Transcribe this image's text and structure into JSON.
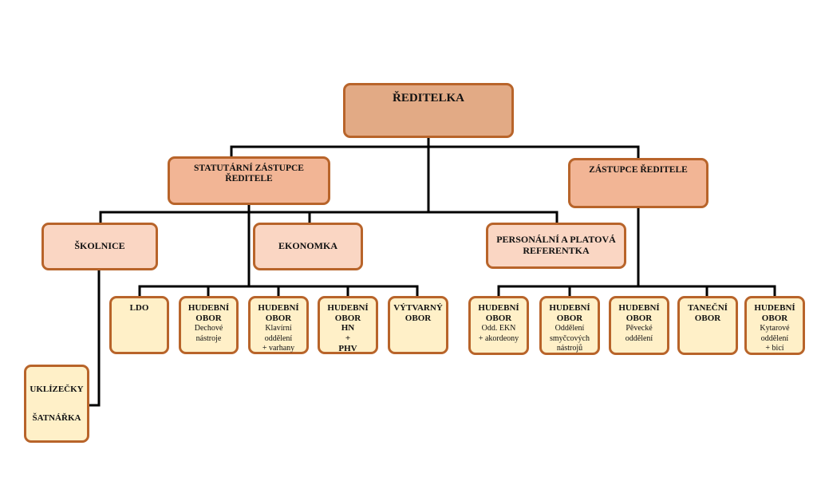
{
  "director": "ŘEDITELKA",
  "deputies": {
    "statutory": "STATUTÁRNÍ ZÁSTUPCE ŘEDITELE",
    "deputy": "ZÁSTUPCE ŘEDITELE"
  },
  "staff": {
    "skolnice": "ŠKOLNICE",
    "ekonomka": "EKONOMKA",
    "personal": [
      "PERSONÁLNÍ A PLATOVÁ",
      "REFERENTKA"
    ],
    "uklizecky": "UKLÍZEČKY",
    "satnarka": "ŠATNÁŘKA"
  },
  "left_departments": [
    {
      "title": [
        "LDO"
      ],
      "sub": []
    },
    {
      "title": [
        "HUDEBNÍ",
        "OBOR"
      ],
      "sub": [
        "Dechové",
        "nástroje"
      ]
    },
    {
      "title": [
        "HUDEBNÍ",
        "OBOR"
      ],
      "sub": [
        "Klavírní",
        "oddělení",
        "+ varhany"
      ]
    },
    {
      "title": [
        "HUDEBNÍ",
        "OBOR",
        "HN",
        "+",
        "PHV"
      ],
      "sub": []
    },
    {
      "title": [
        "VÝTVARNÝ",
        "OBOR"
      ],
      "sub": []
    }
  ],
  "right_departments": [
    {
      "title": [
        "HUDEBNÍ",
        "OBOR"
      ],
      "sub": [
        "Odd. EKN",
        "+ akordeony"
      ]
    },
    {
      "title": [
        "HUDEBNÍ",
        "OBOR"
      ],
      "sub": [
        "Oddělení",
        "smyčcových",
        "nástrojů"
      ]
    },
    {
      "title": [
        "HUDEBNÍ",
        "OBOR"
      ],
      "sub": [
        "Pěvecké",
        "oddělení"
      ]
    },
    {
      "title": [
        "TANEČNÍ",
        "OBOR"
      ],
      "sub": []
    },
    {
      "title": [
        "HUDEBNÍ",
        "OBOR"
      ],
      "sub": [
        "Kytarové",
        "oddělení",
        "+ bicí"
      ]
    }
  ],
  "colors": {
    "border": "#b8642a",
    "line": "#000000",
    "director_fill": "#e2aa85",
    "deputy_fill": "#f2b595",
    "staff_fill": "#fad6c3",
    "department_fill": "#fff0c8"
  }
}
